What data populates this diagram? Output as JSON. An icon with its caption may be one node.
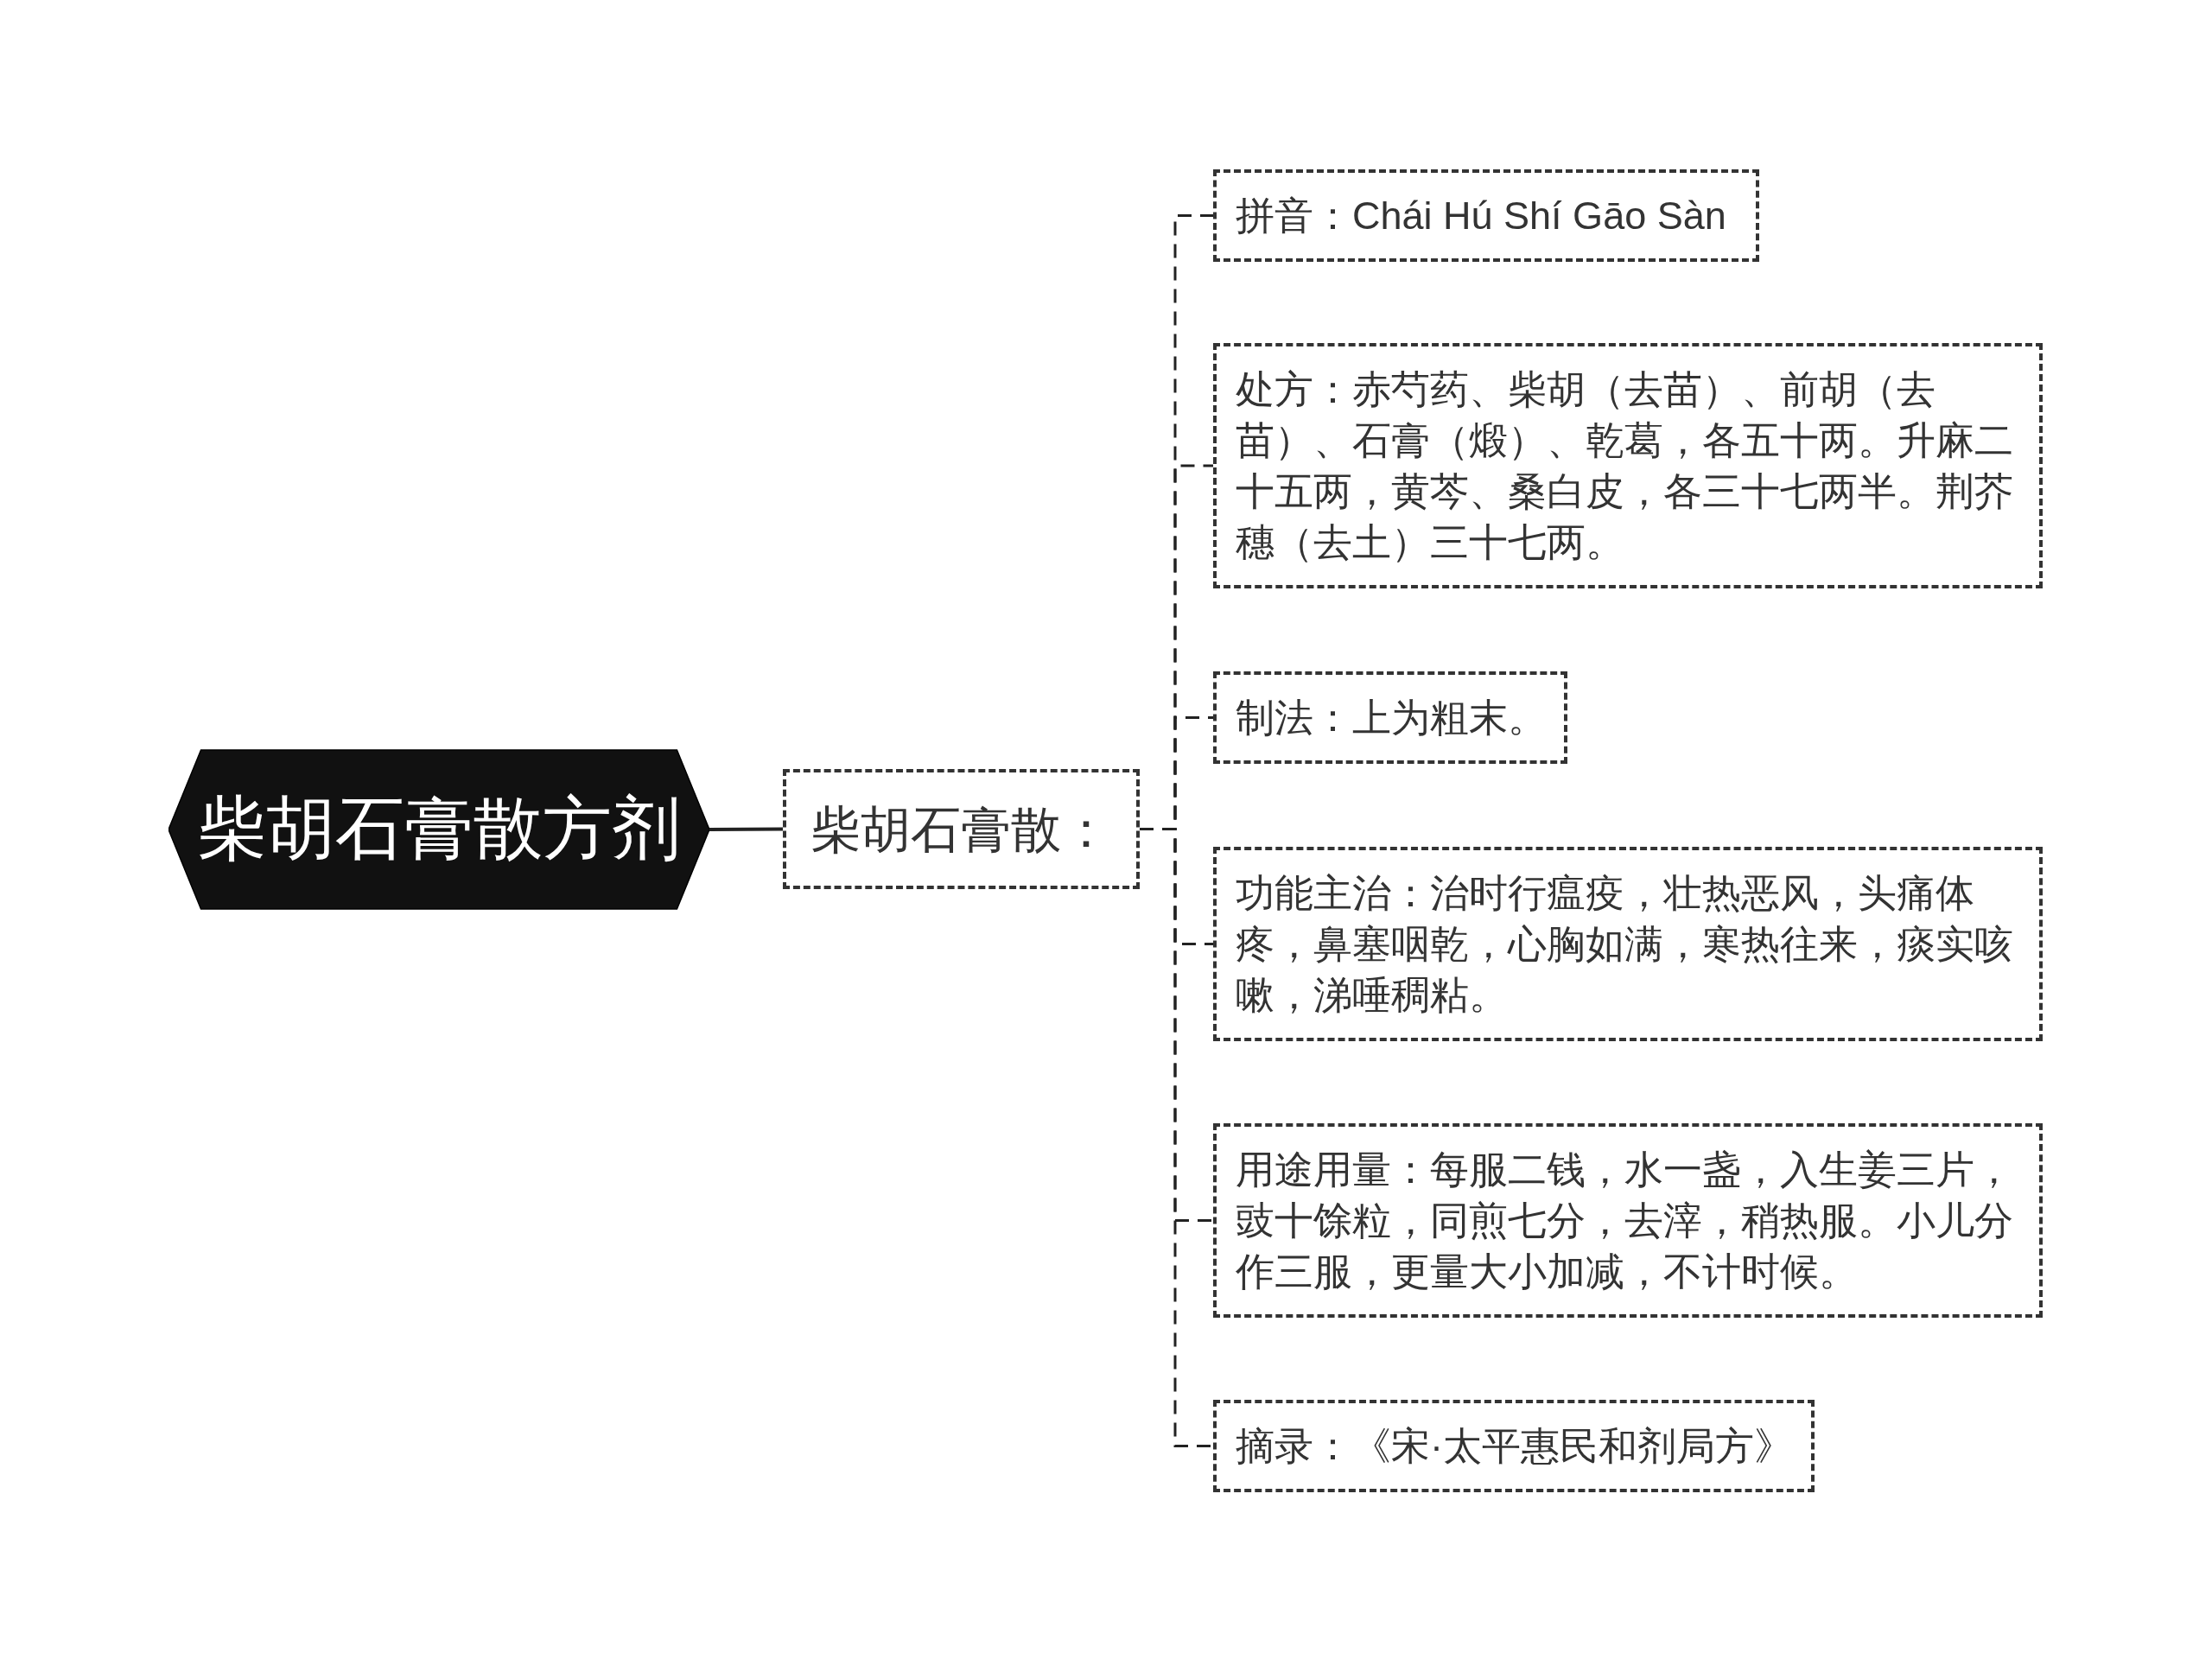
{
  "diagram": {
    "nodes": [
      {
        "text": [
          "柴胡石膏散方剂"
        ]
      },
      {
        "text": [
          "柴胡石膏散："
        ]
      },
      {
        "text": [
          "拼音：Chái Hú Shí Gāo Sàn"
        ]
      },
      {
        "text": [
          "处方：赤芍药、柴胡（去苗）、前胡（去苗）、石膏（煅）、乾葛，各五十两。升麻二十五两，黄芩、桑白皮，各三十七两半。荆芥穗（去土）三十七两。"
        ]
      },
      {
        "text": [
          "制法：上为粗末。"
        ]
      },
      {
        "text": [
          "功能主治：治时行瘟疫，壮热恶风，头痛体疼，鼻塞咽乾，心胸如满，寒热往来，痰实咳嗽，涕唾稠粘。"
        ]
      },
      {
        "text": [
          "用途用量：每服二钱，水一盏，入生姜三片，豉十馀粒，同煎七分，去滓，稍热服。小儿分作三服，更量大小加减，不计时候。"
        ]
      },
      {
        "text": [
          "摘录：《宋·太平惠民和剂局方》"
        ]
      }
    ],
    "edges": [
      {
        "from": 0,
        "to": 1,
        "arrow": "none"
      },
      {
        "from": 1,
        "to": 2,
        "arrow": "none",
        "style": "dashed"
      },
      {
        "from": 1,
        "to": 3,
        "arrow": "none",
        "style": "dashed"
      },
      {
        "from": 1,
        "to": 4,
        "arrow": "none",
        "style": "dashed"
      },
      {
        "from": 1,
        "to": 5,
        "arrow": "none",
        "style": "dashed"
      },
      {
        "from": 1,
        "to": 6,
        "arrow": "none",
        "style": "dashed"
      },
      {
        "from": 1,
        "to": 7,
        "arrow": "none",
        "style": "dashed"
      }
    ]
  }
}
